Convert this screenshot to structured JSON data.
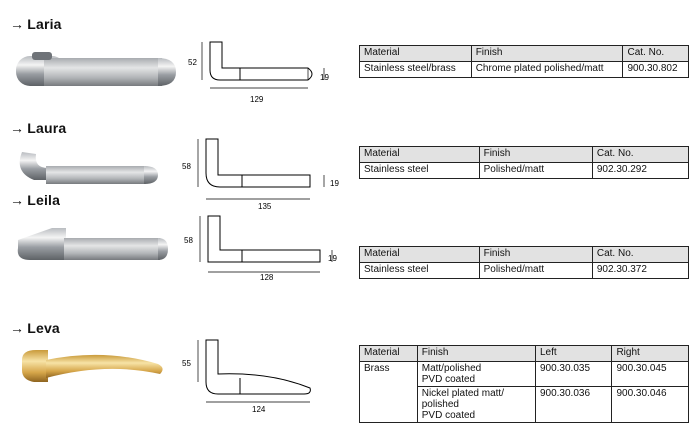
{
  "products": [
    {
      "name": "Laria",
      "dims": {
        "height": "52",
        "length": "129",
        "grip": "19"
      },
      "headers": {
        "material": "Material",
        "finish": "Finish",
        "cat": "Cat. No."
      },
      "row": {
        "material": "Stainless steel/brass",
        "finish": "Chrome plated polished/matt",
        "cat": "900.30.802"
      }
    },
    {
      "name": "Laura",
      "dims": {
        "height": "58",
        "length": "135",
        "grip": "19"
      },
      "headers": {
        "material": "Material",
        "finish": "Finish",
        "cat": "Cat. No."
      },
      "row": {
        "material": "Stainless steel",
        "finish": "Polished/matt",
        "cat": "902.30.292"
      }
    },
    {
      "name": "Leila",
      "dims": {
        "height": "58",
        "length": "128",
        "grip": "19"
      },
      "headers": {
        "material": "Material",
        "finish": "Finish",
        "cat": "Cat. No."
      },
      "row": {
        "material": "Stainless steel",
        "finish": "Polished/matt",
        "cat": "902.30.372"
      }
    },
    {
      "name": "Leva",
      "dims": {
        "height": "55",
        "length": "124"
      },
      "headers": {
        "material": "Material",
        "finish": "Finish",
        "left": "Left",
        "right": "Right"
      },
      "rows": [
        {
          "material": "Brass",
          "finish_lines": [
            "Matt/polished",
            "PVD coated"
          ],
          "left": "900.30.035",
          "right": "900.30.045"
        },
        {
          "material": "",
          "finish_lines": [
            "Nickel plated matt/",
            "polished",
            "PVD coated"
          ],
          "left": "900.30.036",
          "right": "900.30.046"
        }
      ]
    }
  ],
  "colors": {
    "chrome_light": "#f2f2f2",
    "chrome_dark": "#7d8186",
    "brass_light": "#f6dfa0",
    "brass_dark": "#b98a2e",
    "header_bg": "#e2e2e2"
  }
}
